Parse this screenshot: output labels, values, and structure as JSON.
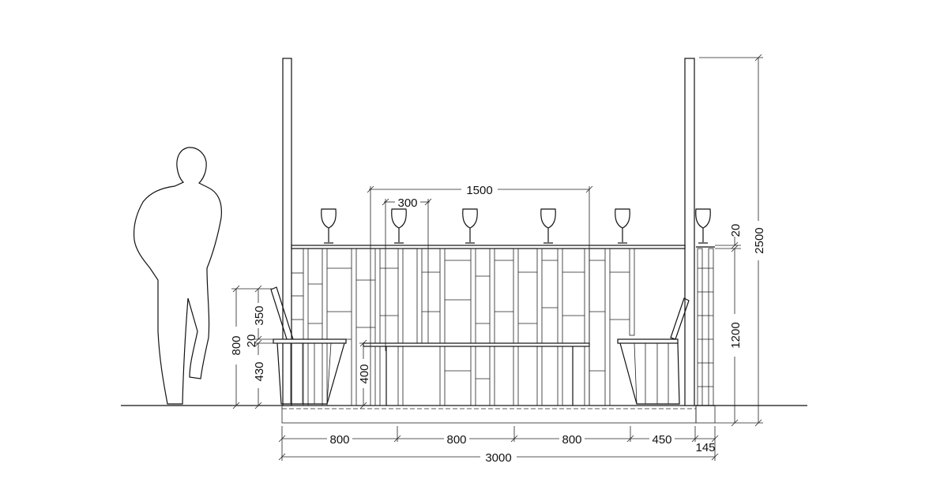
{
  "dimensions": {
    "bar_length": "1500",
    "glass_spacing": "300",
    "counter_thickness": "20",
    "post_height": "2500",
    "counter_height": "1200",
    "bench_total": "800",
    "backrest": "350",
    "seat_thickness": "20",
    "seat_height": "430",
    "low_table": "400",
    "bottom_segments": [
      "800",
      "800",
      "800",
      "450",
      "145"
    ],
    "total_width": "3000"
  },
  "colors": {
    "line": "#111111",
    "background": "#ffffff"
  }
}
